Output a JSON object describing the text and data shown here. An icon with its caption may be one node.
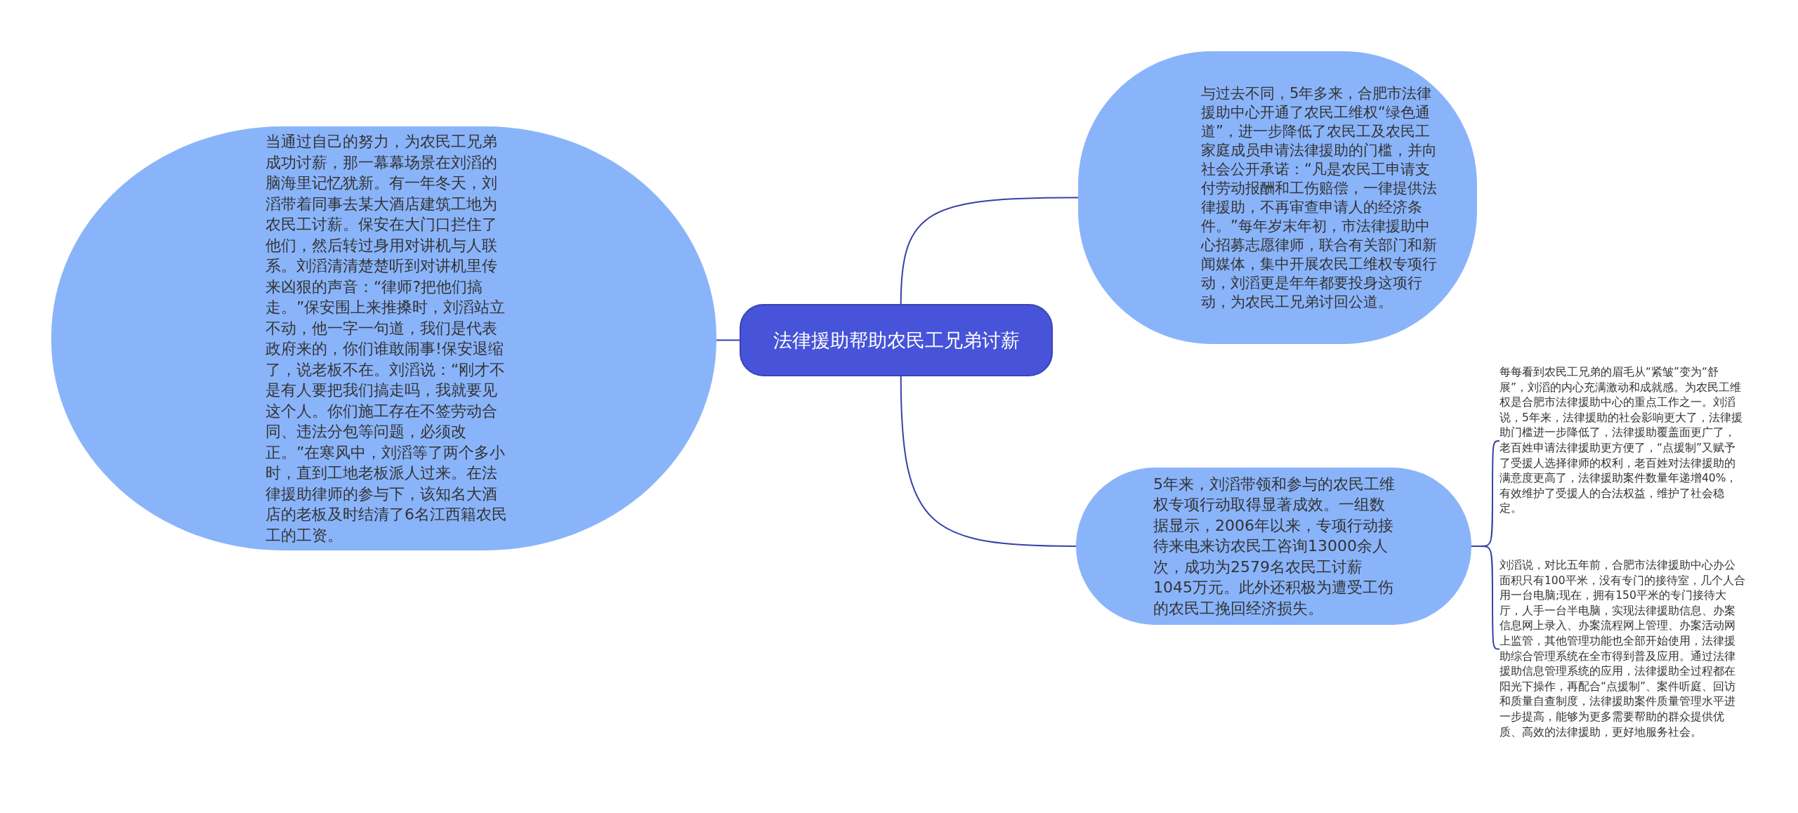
{
  "diagram": {
    "nodes": [
      {
        "text": [
          "法律援助帮助农民工兄弟讨薪"
        ]
      },
      {
        "text": [
          "当通过自己的努力，为农民工兄弟成功讨薪，那一幕幕场景在刘滔的脑海里记忆犹新。有一年冬天，刘滔带着同事去某大酒店建筑工地为农民工讨薪。保安在大门口拦住了他们，然后转过身用对讲机与人联系。刘滔清清楚楚听到对讲机里传来凶狠的声音：“律师?把他们搞走。”保安围上来推搡时，刘滔站立不动，他一字一句道，我们是代表政府来的，你们谁敢闹事!保安退缩了，说老板不在。刘滔说：“刚才不是有人要把我们搞走吗，我就要见这个人。你们施工存在不签劳动合同、违法分包等问题，必须改正。”在寒风中，刘滔等了两个多小时，直到工地老板派人过来。在法律援助律师的参与下，该知名大酒店的老板及时结清了6名江西籍农民工的工资。"
        ]
      },
      {
        "text": [
          "与过去不同，5年多来，合肥市法律援助中心开通了农民工维权“绿色通道”，进一步降低了农民工及农民工家庭成员申请法律援助的门槛，并向社会公开承诺：“凡是农民工申请支付劳动报酬和工伤赔偿，一律提供法律援助，不再审查申请人的经济条件。”每年岁末年初，市法律援助中心招募志愿律师，联合有关部门和新闻媒体，集中开展农民工维权专项行动，刘滔更是年年都要投身这项行动，为农民工兄弟讨回公道。"
        ]
      },
      {
        "text": [
          "5年来，刘滔带领和参与的农民工维权专项行动取得显著成效。一组数据显示，2006年以来，专项行动接待来电来访农民工咨询13000余人次，成功为2579名农民工讨薪1045万元。此外还积极为遭受工伤的农民工挽回经济损失。"
        ]
      },
      {
        "text": [
          "每每看到农民工兄弟的眉毛从“紧皱”变为“舒展”，刘滔的内心充满激动和成就感。为农民工维权是合肥市法律援助中心的重点工作之一。刘滔说，5年来，法律援助的社会影响更大了，法律援助门槛进一步降低了，法律援助覆盖面更广了，老百姓申请法律援助更方便了，“点援制”又赋予了受援人选择律师的权利，老百姓对法律援助的满意度更高了，法律援助案件数量年递增40%，有效维护了受援人的合法权益，维护了社会稳定。"
        ]
      },
      {
        "text": [
          "刘滔说，对比五年前，合肥市法律援助中心办公面积只有100平米，没有专门的接待室，几个人合用一台电脑;现在，拥有150平米的专门接待大厅，人手一台半电脑，实现法律援助信息、办案信息网上录入、办案流程网上管理、办案活动网上监管，其他管理功能也全部开始使用，法律援助综合管理系统在全市得到普及应用。通过法律援助信息管理系统的应用，法律援助全过程都在阳光下操作，再配合“点援制”、案件听庭、回访和质量自查制度，法律援助案件质量管理水平进一步提高，能够为更多需要帮助的群众提供优质、高效的法律援助，更好地服务社会。"
        ]
      }
    ],
    "edges": [
      {
        "from": 0,
        "to": 1,
        "arrow": "none"
      },
      {
        "from": 0,
        "to": 2,
        "arrow": "none"
      },
      {
        "from": 0,
        "to": 3,
        "arrow": "none"
      },
      {
        "from": 3,
        "to": 4,
        "arrow": "none"
      },
      {
        "from": 3,
        "to": 5,
        "arrow": "none"
      }
    ]
  }
}
